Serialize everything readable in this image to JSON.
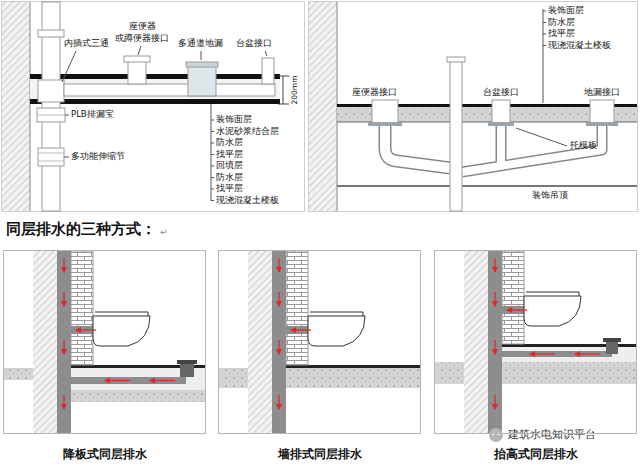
{
  "diagram": {
    "title": "同层排水的三种方式：",
    "nodes": [
      {
        "text": [
          "降板式同层排水"
        ]
      },
      {
        "text": [
          "墙排式同层排水"
        ]
      },
      {
        "text": [
          "抬高式同层排水"
        ]
      }
    ],
    "labels": [
      "内插式三通",
      "座便器 或蹲便器接口",
      "多通道地漏",
      "台盆接口",
      "200mm",
      "PLB排漏宝",
      "多功能伸缩节",
      "装饰面层",
      "水泥砂浆结合层",
      "防水层",
      "找平层",
      "回填层",
      "防水层",
      "找平层",
      "现浇混凝土楼板",
      "装饰面层",
      "防水层",
      "找平层",
      "现浇混凝土楼板",
      "座便器接口",
      "台盆接口",
      "地漏接口",
      "托模板",
      "装饰吊顶",
      "↵",
      "建筑水电知识平台"
    ]
  }
}
